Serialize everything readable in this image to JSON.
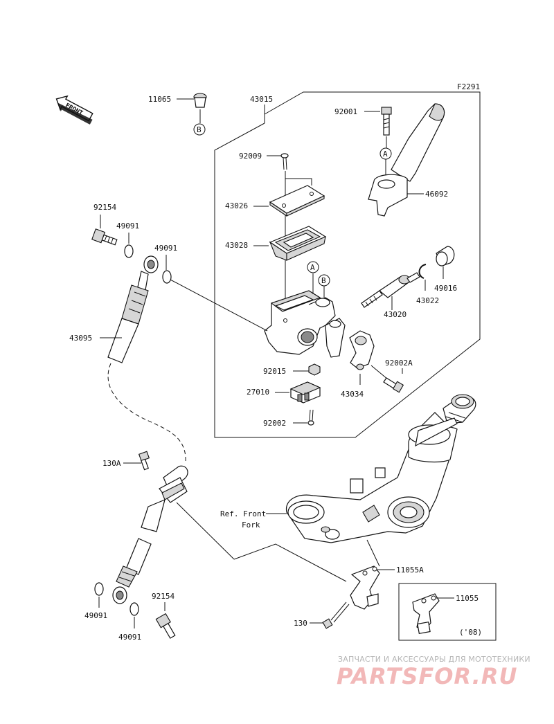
{
  "figure_code": "F2291",
  "front_arrow_label": "FRONT",
  "labels": {
    "p11065": "11065",
    "p43015": "43015",
    "p92001": "92001",
    "p92009": "92009",
    "p43026": "43026",
    "p46092": "46092",
    "p92154_top": "92154",
    "p49091_a": "49091",
    "p49091_b": "49091",
    "p43028": "43028",
    "p49016": "49016",
    "p43022": "43022",
    "p43020": "43020",
    "p43095": "43095",
    "p92015": "92015",
    "p92002A": "92002A",
    "p27010": "27010",
    "p43034": "43034",
    "p92002": "92002",
    "p130A": "130A",
    "ref_front": "Ref. Front",
    "ref_fork": "Fork",
    "p11055A": "11055A",
    "p11055": "11055",
    "p49091_c": "49091",
    "p92154_bot": "92154",
    "p49091_d": "49091",
    "p130": "130",
    "year_note": "('08)"
  },
  "callouts": {
    "A": "A",
    "B": "B"
  },
  "watermark": {
    "line1": "ЗАПЧАСТИ И АКСЕССУАРЫ ДЛЯ МОТОТЕХНИКИ",
    "line2": "PARTSFOR.RU"
  }
}
